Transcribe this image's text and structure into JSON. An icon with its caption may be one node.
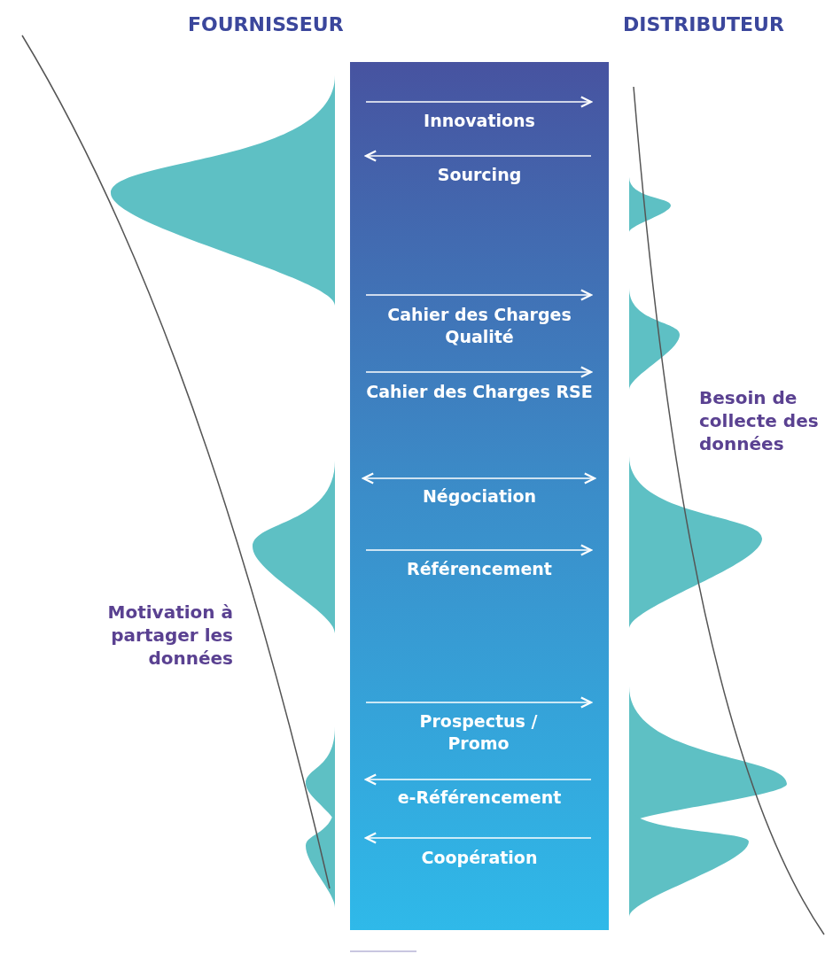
{
  "diagram": {
    "labels": [
      "FOURNISSEUR",
      "DISTRIBUTEUR",
      "Innovations",
      "Sourcing",
      "Cahier des Charges Qualité",
      "Cahier des Charges RSE",
      "Besoin de collecte des données",
      "Négociation",
      "Référencement",
      "Motivation à partager les données",
      "Prospectus / Promo",
      "e-Référencement",
      "Coopération"
    ]
  }
}
